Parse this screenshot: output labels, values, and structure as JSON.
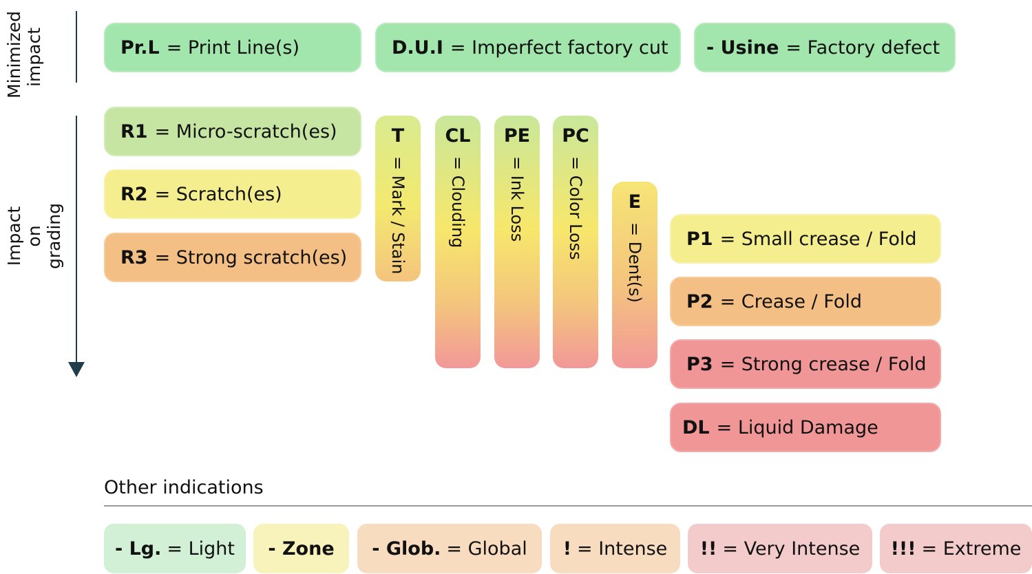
{
  "left_axis": {
    "minimized_label": "Minimized\nimpact",
    "grading_label": "Impact on\ngrading",
    "colors": {
      "line": "#1f3d4d"
    }
  },
  "top_tags": [
    {
      "code": "Pr.L",
      "desc": "= Print Line(s)"
    },
    {
      "code": "D.U.I",
      "desc": "= Imperfect factory cut"
    },
    {
      "code": "- Usine",
      "desc": "= Factory defect"
    }
  ],
  "r_tags": [
    {
      "code": "R1",
      "desc": "= Micro-scratch(es)"
    },
    {
      "code": "R2",
      "desc": "= Scratch(es)"
    },
    {
      "code": "R3",
      "desc": "= Strong scratch(es)"
    }
  ],
  "columns": [
    {
      "code": "T",
      "desc": "= Mark / Stain"
    },
    {
      "code": "CL",
      "desc": "= Clouding"
    },
    {
      "code": "PE",
      "desc": "= Ink Loss"
    },
    {
      "code": "PC",
      "desc": "= Color Loss"
    },
    {
      "code": "E",
      "desc": "= Dent(s)"
    }
  ],
  "p_tags": [
    {
      "code": "P1",
      "desc": "= Small crease / Fold"
    },
    {
      "code": "P2",
      "desc": "= Crease / Fold"
    },
    {
      "code": "P3",
      "desc": "= Strong crease / Fold"
    },
    {
      "code": "DL",
      "desc": "= Liquid Damage"
    }
  ],
  "other": {
    "title": "Other indications",
    "items": [
      {
        "code": "- Lg.",
        "desc": "= Light"
      },
      {
        "code": "- Zone",
        "desc": ""
      },
      {
        "code": "- Glob.",
        "desc": "= Global"
      },
      {
        "code": "!",
        "desc": "= Intense"
      },
      {
        "code": "!!",
        "desc": "= Very Intense"
      },
      {
        "code": "!!!",
        "desc": "= Extreme"
      }
    ]
  },
  "colors": {
    "green": "#a3e6ad",
    "light_green": "#c6e5a3",
    "yellow": "#f4ee8e",
    "orange": "#f3bf84",
    "red": "#f19696"
  }
}
